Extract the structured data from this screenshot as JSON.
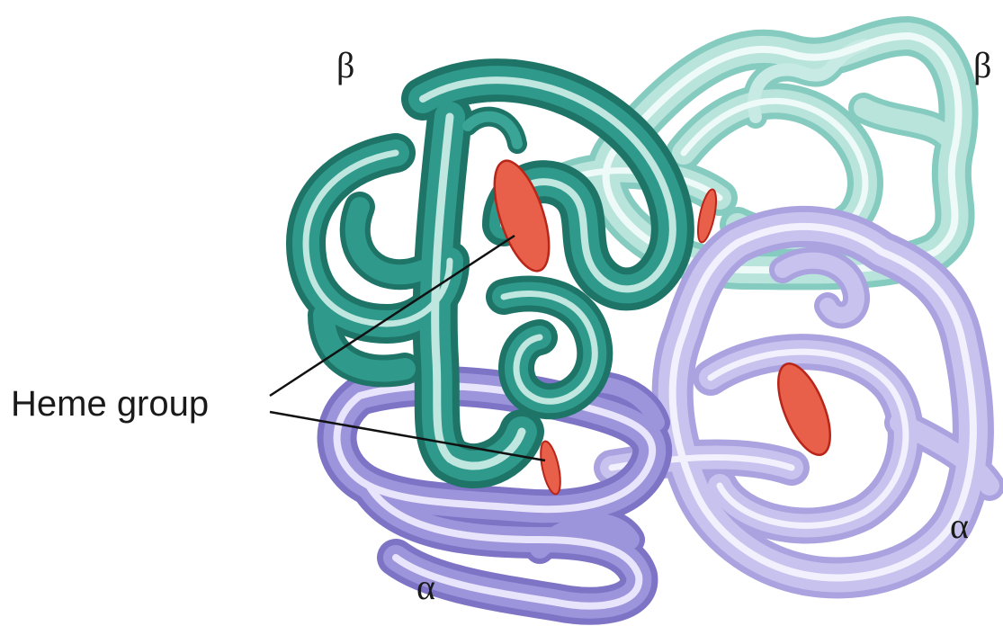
{
  "labels": {
    "beta_left": "β",
    "beta_right": "β",
    "alpha_left": "α",
    "alpha_right": "α",
    "heme_callout": "Heme group"
  },
  "colors": {
    "beta_dark": "#2a8a7d",
    "beta_dark_highlight": "#bfe6df",
    "beta_light": "#a9ddd4",
    "beta_light_highlight": "#eefaf7",
    "alpha_dark": "#8d86cf",
    "alpha_dark_highlight": "#e7e4fb",
    "alpha_light": "#b7b2e6",
    "alpha_light_highlight": "#f2f0fd",
    "heme": "#e85f4a",
    "heme_edge": "#b8261a"
  }
}
